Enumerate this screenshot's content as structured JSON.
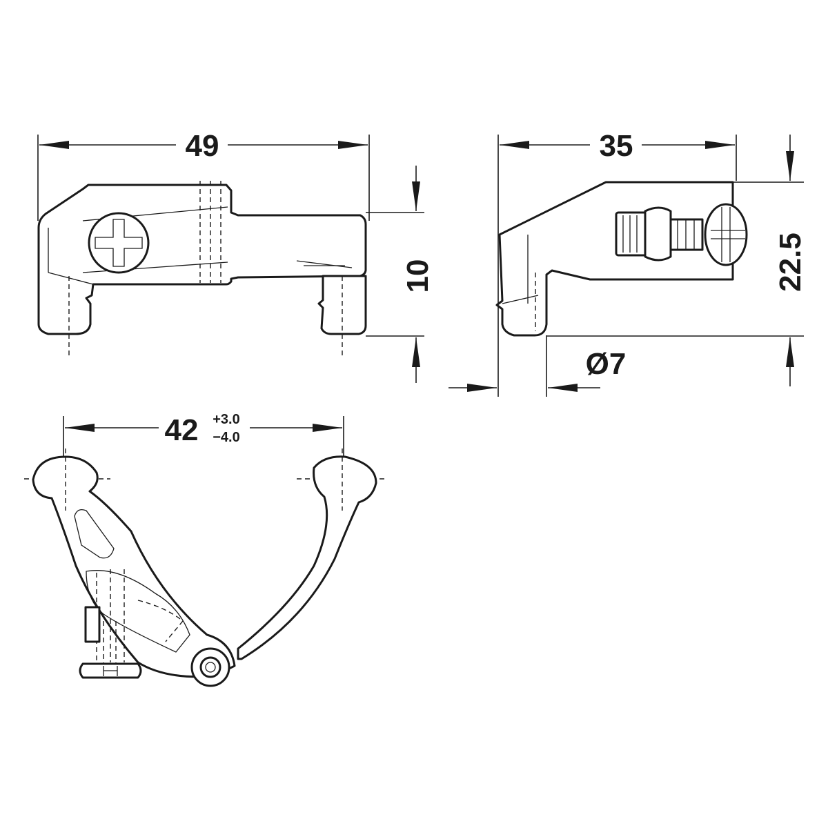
{
  "dimensions": {
    "width_front": "49",
    "width_side": "35",
    "height_small": "10",
    "height_total": "22.5",
    "diameter": "Ø7",
    "span_nominal": "42",
    "span_tol_plus": "+3.0",
    "span_tol_minus": "−4.0"
  }
}
